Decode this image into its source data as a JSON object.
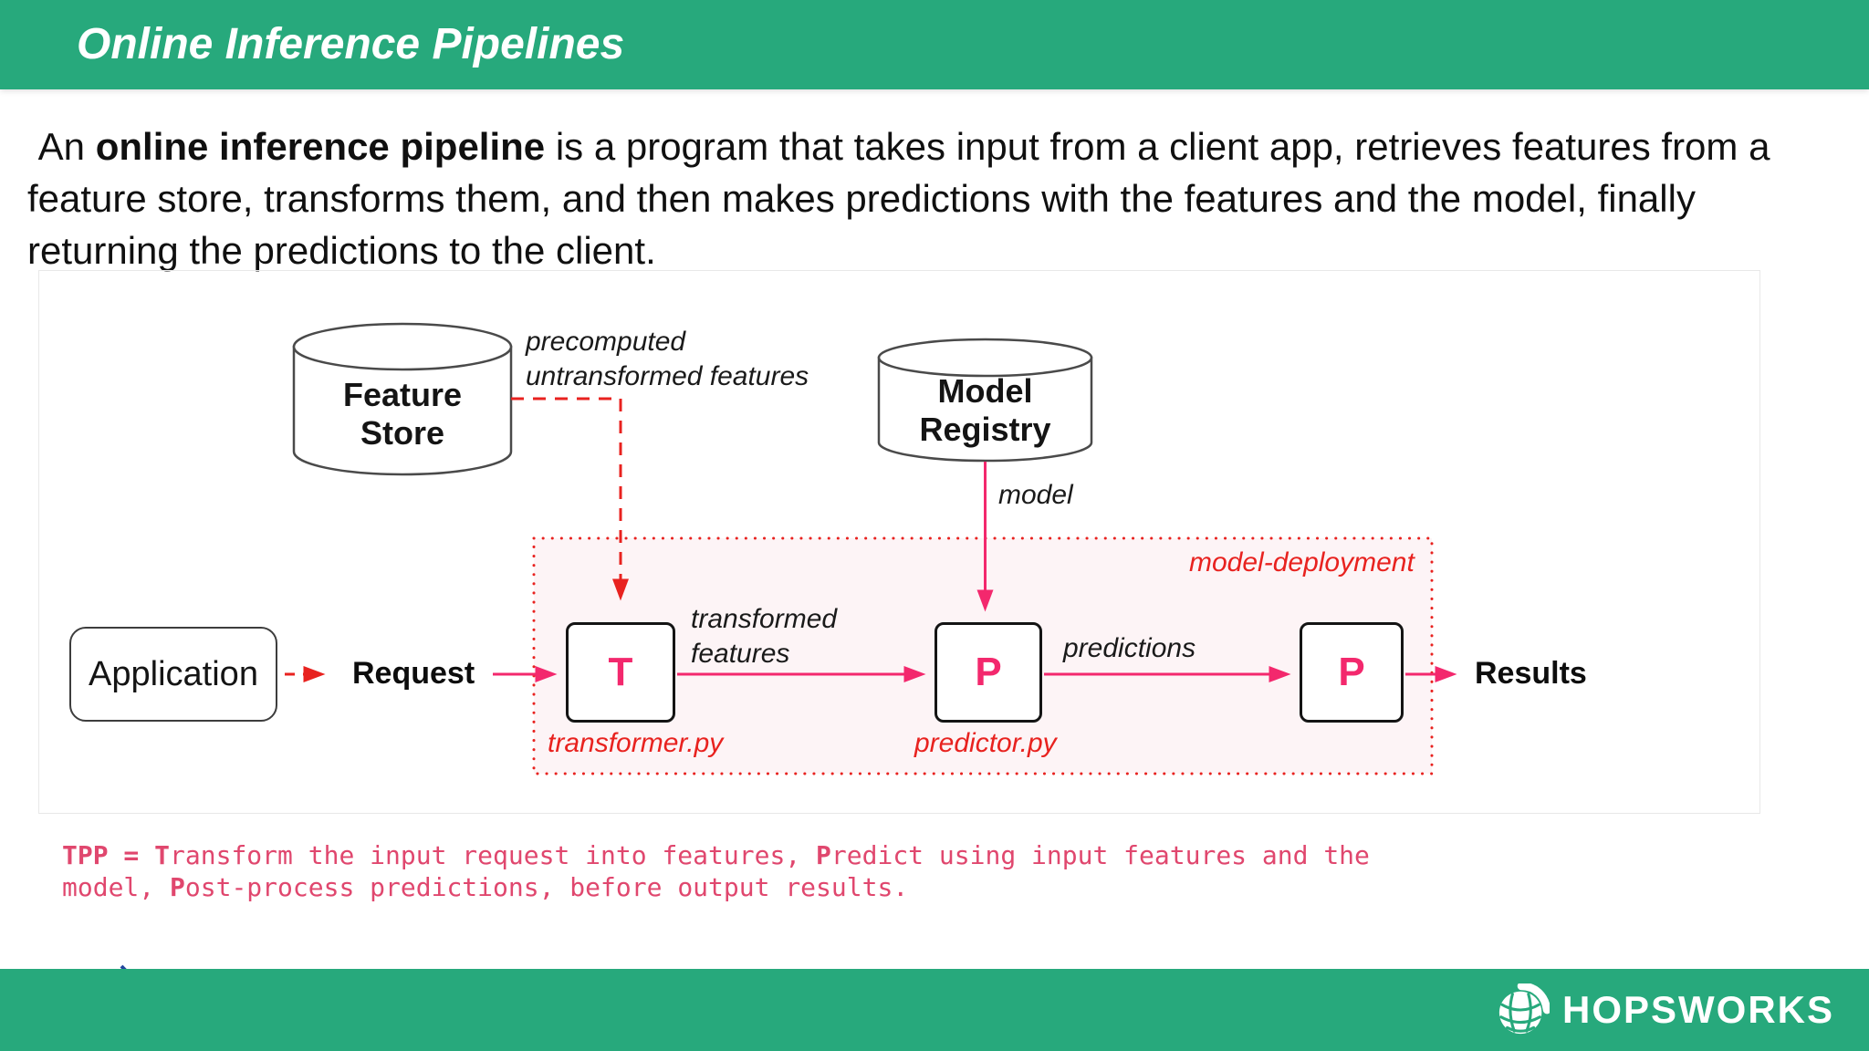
{
  "header": {
    "title": "Online Inference Pipelines"
  },
  "intro": {
    "prefix": " An ",
    "bold": "online inference pipeline",
    "rest": " is a program that takes input from a client app, retrieves features from a feature store, transforms them, and then makes predictions with the features and the model, finally returning the predictions to the client."
  },
  "diagram": {
    "feature_store": {
      "line1": "Feature",
      "line2": "Store"
    },
    "model_registry": {
      "line1": "Model",
      "line2": "Registry"
    },
    "application": "Application",
    "request": "Request",
    "results": "Results",
    "t_letter": "T",
    "p_letter": "P",
    "p2_letter": "P",
    "labels": {
      "precomputed_line1": "precomputed",
      "precomputed_line2": "untransformed features",
      "model": "model",
      "transformed_line1": "transformed",
      "transformed_line2": "features",
      "predictions": "predictions",
      "model_deployment": "model-deployment",
      "transformer_file": "transformer.py",
      "predictor_file": "predictor.py"
    }
  },
  "footnote": {
    "b1": "TPP = ",
    "b2": "T",
    "t2": "ransform the input request into features, ",
    "b3": "P",
    "t3": "redict using input features and the model, ",
    "b4": "P",
    "t4": "ost-process predictions, before output results."
  },
  "footer": {
    "brand": "HOPSWORKS"
  },
  "colors": {
    "brand_green": "#27a97c",
    "arrow_pink": "#f3286d",
    "footnote_pink": "#e0476e",
    "line_red": "#e8221f",
    "accent_blue": "#23479e",
    "deployment_fill": "#fdf4f6"
  }
}
